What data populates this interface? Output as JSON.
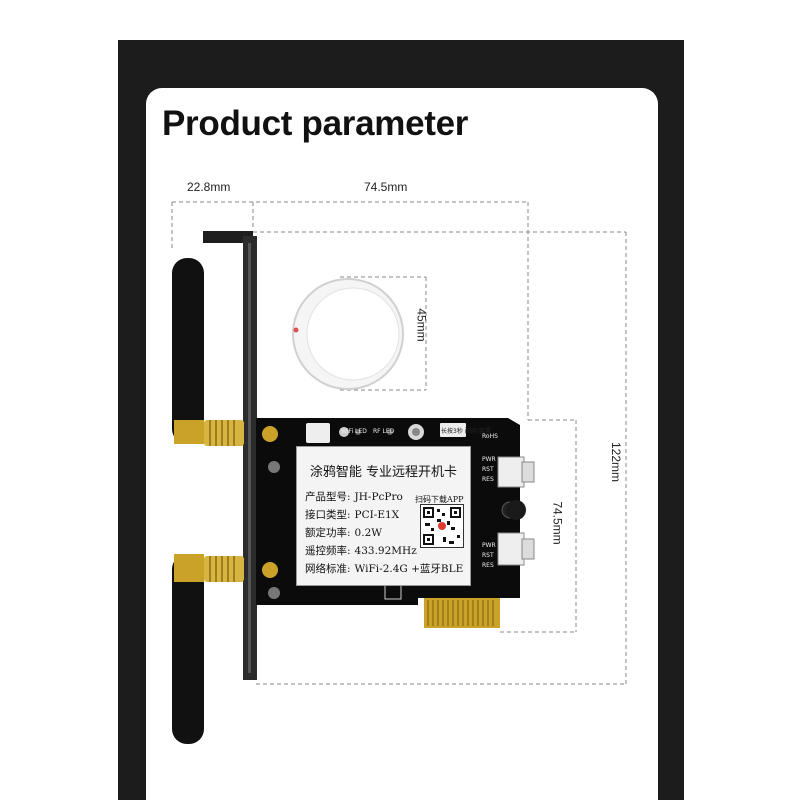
{
  "title": "Product parameter",
  "dimensions": {
    "width_bracket": "22.8mm",
    "width_card": "74.5mm",
    "remote_diameter": "45mm",
    "height_total": "122mm",
    "height_card": "74.5mm"
  },
  "card_label": {
    "heading": "涂鸦智能  专业远程开机卡",
    "specs": [
      {
        "key": "产品型号:",
        "value": "JH-PcPro"
      },
      {
        "key": "接口类型:",
        "value": "PCI-E1X"
      },
      {
        "key": "额定功率:",
        "value": "0.2W"
      },
      {
        "key": "遥控频率:",
        "value": "433.92MHz"
      },
      {
        "key": "网络标准:",
        "value": "WiFi-2.4G +蓝牙BLE"
      }
    ],
    "scan_text": "扫码下载APP"
  },
  "pcb_marks": {
    "wifi": "WiFi LED",
    "rf": "RF LED",
    "reset": "长按3秒 配网/重置",
    "rohs": "RoHS",
    "pwr": "PWR",
    "rst": "RST",
    "res": "RES"
  },
  "colors": {
    "frame": "#1c1c1c",
    "pcb": "#0b0b0b",
    "gold": "#c9a227",
    "bracket": "#2a2a2a"
  }
}
